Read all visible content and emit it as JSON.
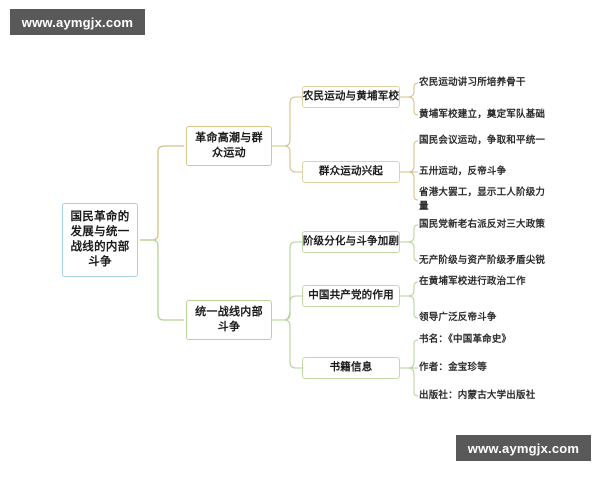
{
  "watermarks": {
    "top_left": "www.aymgjx.com",
    "bottom_right": "www.aymgjx.com"
  },
  "colors": {
    "root_border": "#a8cfe0",
    "branch_gold_border": "#d9c48a",
    "branch_green_border": "#b9d49a",
    "sub_gold_border": "#ddd2a8",
    "sub_green_border": "#c4d9aa",
    "link_gold": "#d4bf86",
    "link_green": "#b6d199",
    "watermark_bg": "#595959",
    "text": "#1a1a1a"
  },
  "mindmap": {
    "root": {
      "label": "国民革命的发展与统一战线的内部斗争"
    },
    "branches": [
      {
        "label": "革命高潮与群众运动",
        "accent": "gold",
        "children": [
          {
            "label": "农民运动与黄埔军校",
            "leaves": [
              "农民运动讲习所培养骨干",
              "黄埔军校建立，奠定军队基础"
            ]
          },
          {
            "label": "群众运动兴起",
            "leaves": [
              "国民会议运动，争取和平统一",
              "五卅运动，反帝斗争",
              "省港大罢工，显示工人阶级力量"
            ]
          }
        ]
      },
      {
        "label": "统一战线内部斗争",
        "accent": "green",
        "children": [
          {
            "label": "阶级分化与斗争加剧",
            "leaves": [
              "国民党新老右派反对三大政策",
              "无产阶级与资产阶级矛盾尖锐"
            ]
          },
          {
            "label": "中国共产党的作用",
            "leaves": [
              "在黄埔军校进行政治工作",
              "领导广泛反帝斗争"
            ]
          },
          {
            "label": "书籍信息",
            "leaves": [
              "书名：《中国革命史》",
              "作者：金宝珍等",
              "出版社：内蒙古大学出版社"
            ]
          }
        ]
      }
    ]
  }
}
